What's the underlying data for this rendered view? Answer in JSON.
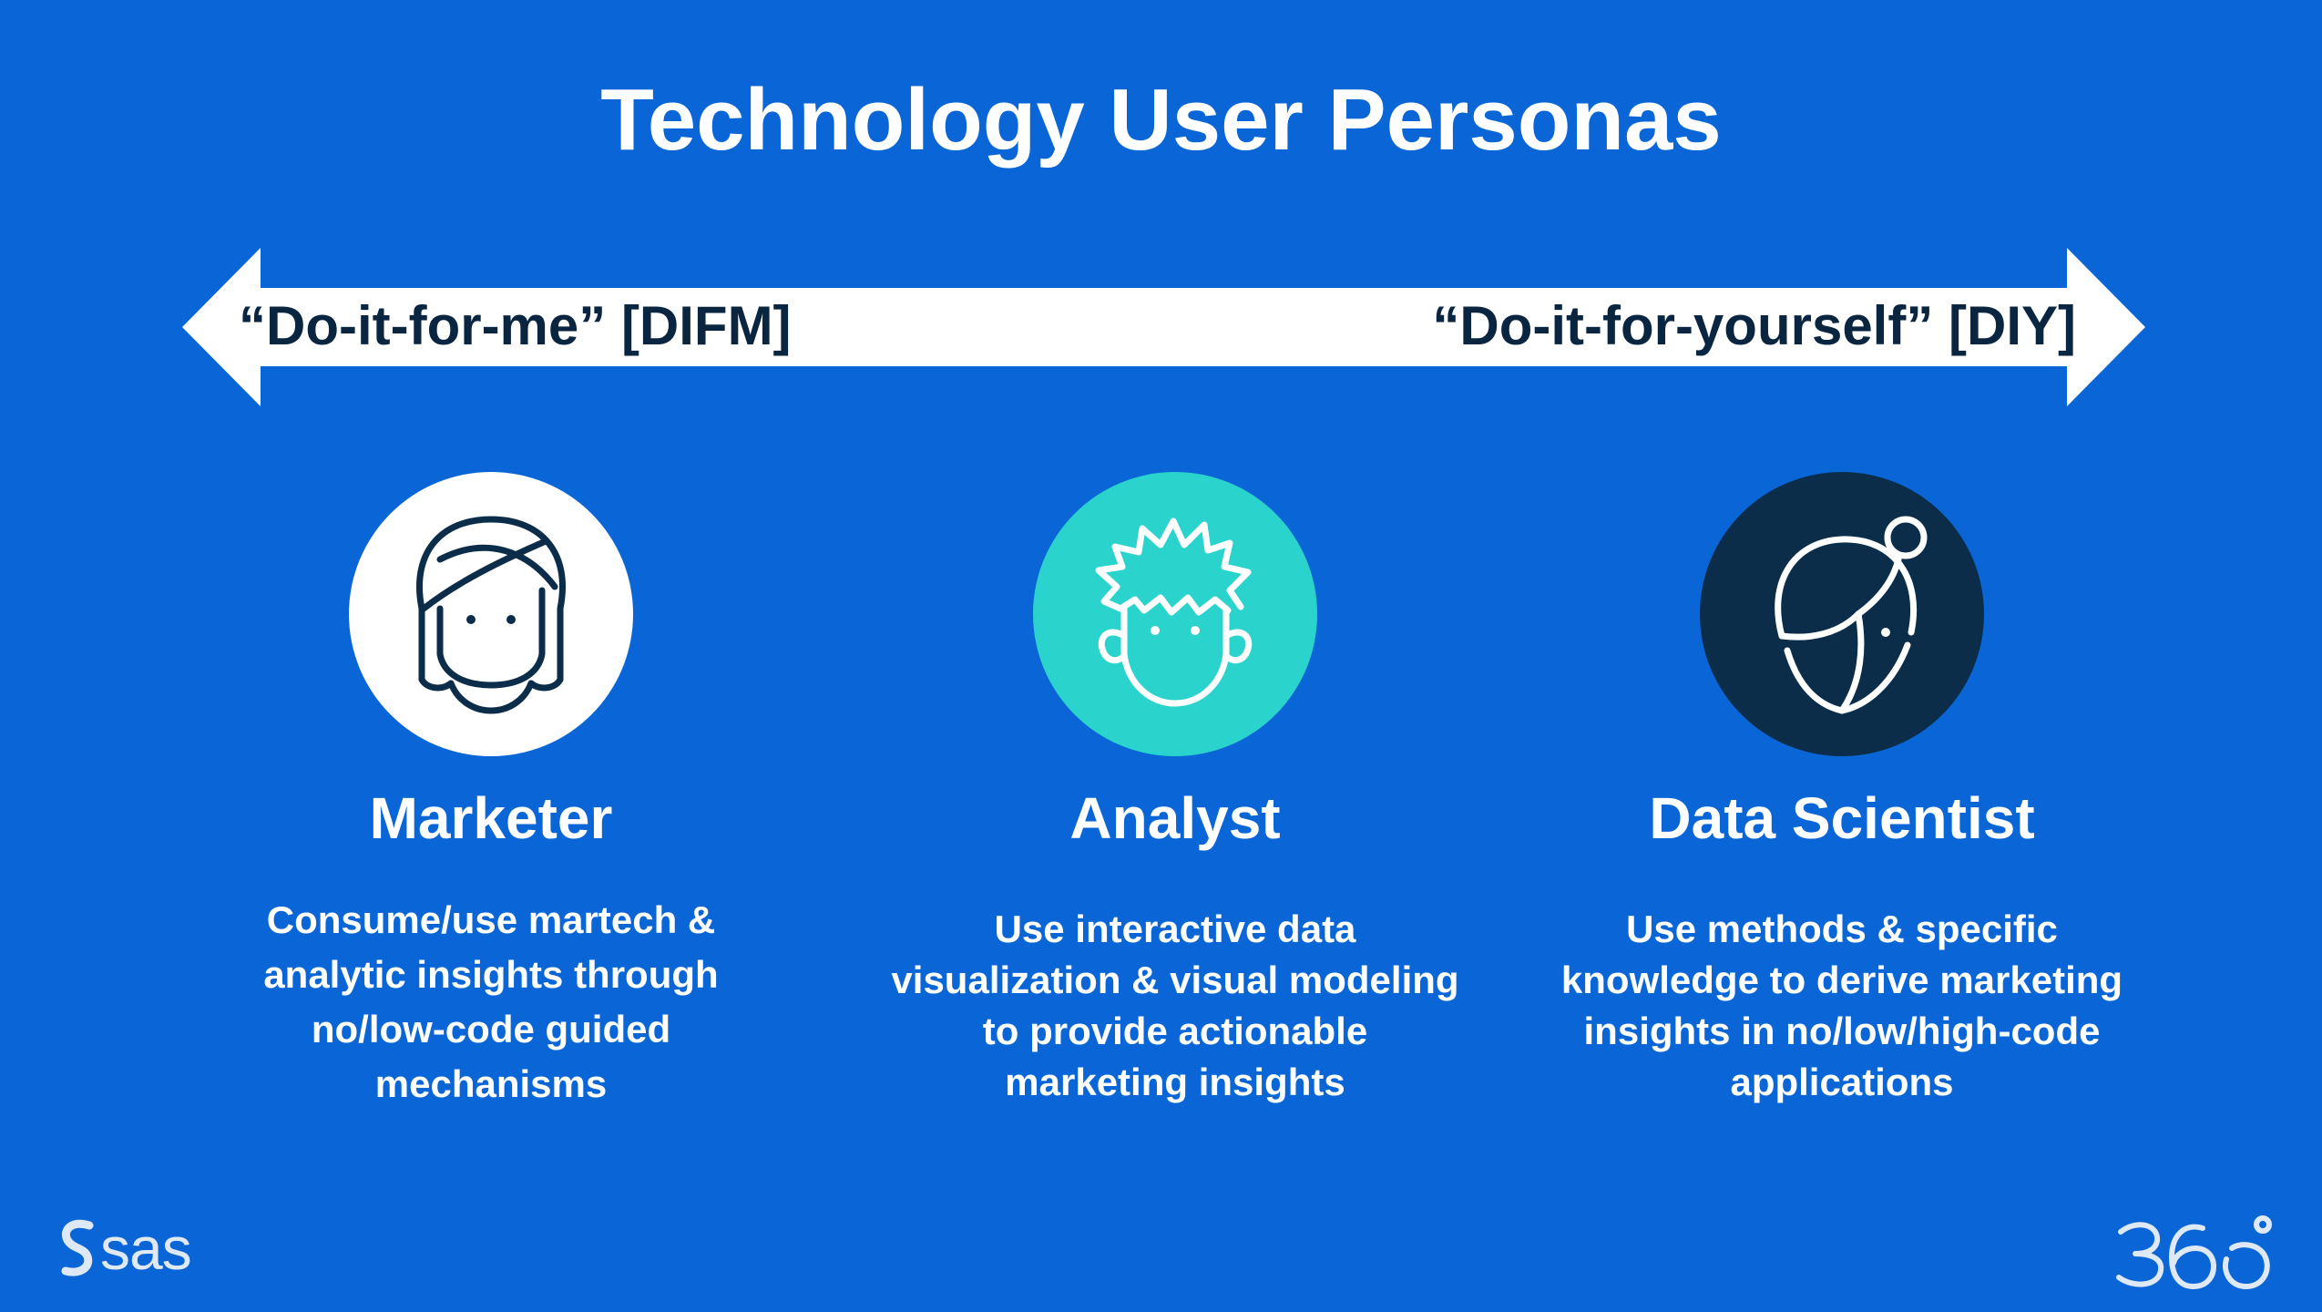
{
  "slide": {
    "title": "Technology User Personas"
  },
  "spectrum": {
    "left_label": "“Do-it-for-me” [DIFM]",
    "right_label": "“Do-it-for-yourself” [DIY]"
  },
  "personas": [
    {
      "icon": "woman-face-icon",
      "name": "Marketer",
      "description_lines": [
        "Consume/use martech &",
        "analytic insights through",
        "no/low-code guided",
        "mechanisms"
      ]
    },
    {
      "icon": "man-spiky-hair-face-icon",
      "name": "Analyst",
      "description_lines": [
        "Use interactive data",
        "visualization & visual modeling",
        "to provide actionable",
        "marketing insights"
      ]
    },
    {
      "icon": "woman-bun-face-icon",
      "name": "Data Scientist",
      "description_lines": [
        "Use methods & specific",
        "knowledge to derive marketing",
        "insights in no/low/high-code",
        "applications"
      ]
    }
  ],
  "footer": {
    "brand_logo": "sas",
    "event_logo": "360"
  },
  "colors": {
    "background": "#0a66d6",
    "arrow_fill": "#ffffff",
    "arrow_text": "#0a2540",
    "marketer_circle": "#ffffff",
    "analyst_circle": "#2ad4cc",
    "scientist_circle": "#0b2d4a",
    "icon_dark": "#0b2d4a"
  }
}
